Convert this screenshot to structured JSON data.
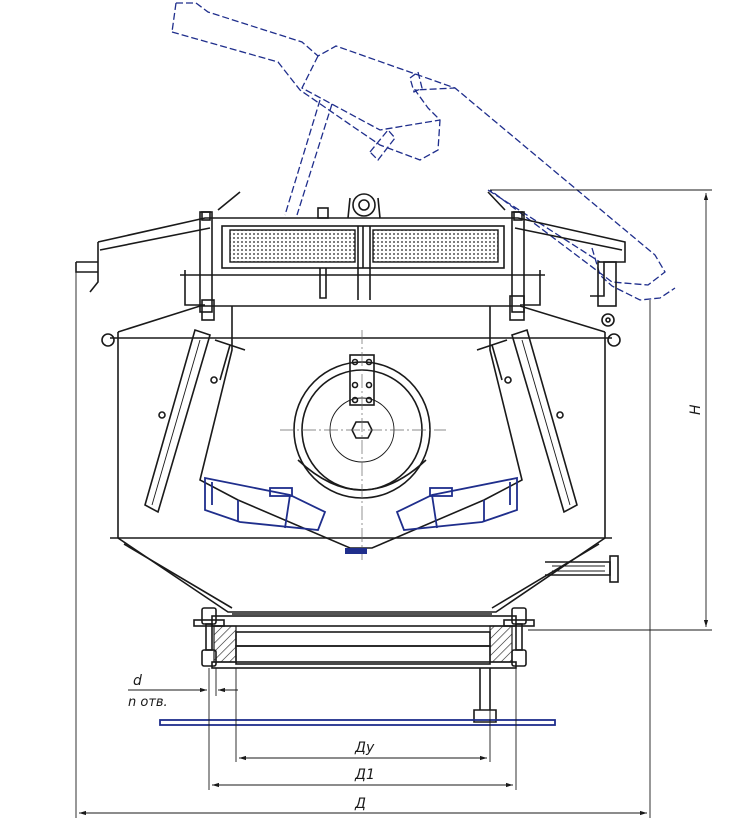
{
  "drawing": {
    "dimensions": {
      "height_label": "H",
      "du_label": "Ду",
      "d1_label": "Д1",
      "d_label": "Д",
      "hole_d_label": "d",
      "hole_count_label": "n отв."
    },
    "colors": {
      "outline": "#1a1a1a",
      "accent": "#1f2e8c"
    }
  }
}
